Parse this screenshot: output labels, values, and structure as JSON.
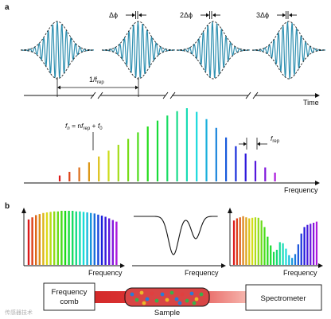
{
  "panel_a": {
    "label": "a",
    "phase_labels": [
      "Δϕ",
      "2Δϕ",
      "3Δϕ"
    ],
    "period_label": "1/f",
    "period_subscript": "rep",
    "time_label": "Time",
    "formula": {
      "f": "f",
      "n_sub": "n",
      "eq": " = n",
      "f2": "f",
      "rep_sub": "rep",
      "plus": " + ",
      "f3": "f",
      "zero_sub": "0"
    },
    "frep_label": "f",
    "frep_subscript": "rep",
    "frequency_label": "Frequency",
    "comb_amplitudes": [
      0.08,
      0.13,
      0.19,
      0.26,
      0.34,
      0.42,
      0.5,
      0.58,
      0.67,
      0.75,
      0.83,
      0.9,
      0.96,
      1.0,
      0.95,
      0.85,
      0.73,
      0.6,
      0.48,
      0.38,
      0.28,
      0.19,
      0.12
    ]
  },
  "panel_b": {
    "label": "b",
    "spectra": [
      {
        "xlabel": "Frequency",
        "amplitudes": [
          0.84,
          0.88,
          0.92,
          0.94,
          0.96,
          0.97,
          0.98,
          0.99,
          0.99,
          1.0,
          1.0,
          1.0,
          1.0,
          0.99,
          0.99,
          0.98,
          0.97,
          0.96,
          0.95,
          0.93,
          0.91,
          0.89,
          0.86,
          0.83,
          0.8
        ]
      },
      {
        "xlabel": "Frequency"
      },
      {
        "xlabel": "Frequency",
        "amplitudes": [
          0.82,
          0.86,
          0.88,
          0.9,
          0.88,
          0.86,
          0.87,
          0.88,
          0.87,
          0.82,
          0.7,
          0.52,
          0.36,
          0.24,
          0.28,
          0.42,
          0.4,
          0.3,
          0.18,
          0.13,
          0.2,
          0.38,
          0.58,
          0.7,
          0.74,
          0.76,
          0.78,
          0.8
        ]
      }
    ],
    "frequency_comb_label": [
      "Frequency",
      "comb"
    ],
    "sample_label": "Sample",
    "spectrometer_label": "Spectrometer"
  },
  "colors": {
    "pulse": "#2e8fb0",
    "envelope": "#222222",
    "beam_dark": "#d42a2a",
    "beam_light": "#f4a6a0"
  },
  "watermark": "传感器技术"
}
